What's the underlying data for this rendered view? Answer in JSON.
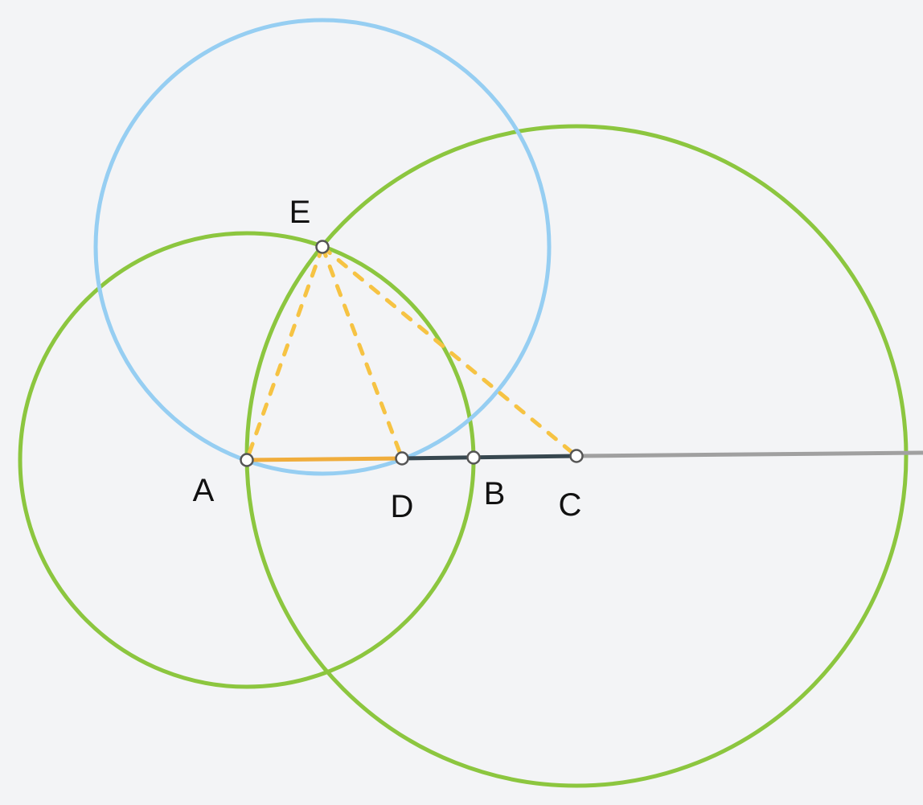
{
  "colors": {
    "background": "#f3f4f6",
    "circle_green": "#8cc63f",
    "circle_blue": "#96cef2",
    "segment_orange": "#f0ad3c",
    "segment_dark": "#37474f",
    "ray_gray": "#a0a0a0",
    "dashed_yellow": "#f6c343",
    "point_fill": "#ffffff",
    "point_stroke": "#555555"
  },
  "points": {
    "A": {
      "label": "A"
    },
    "B": {
      "label": "B"
    },
    "C": {
      "label": "C"
    },
    "D": {
      "label": "D"
    },
    "E": {
      "label": "E"
    }
  }
}
